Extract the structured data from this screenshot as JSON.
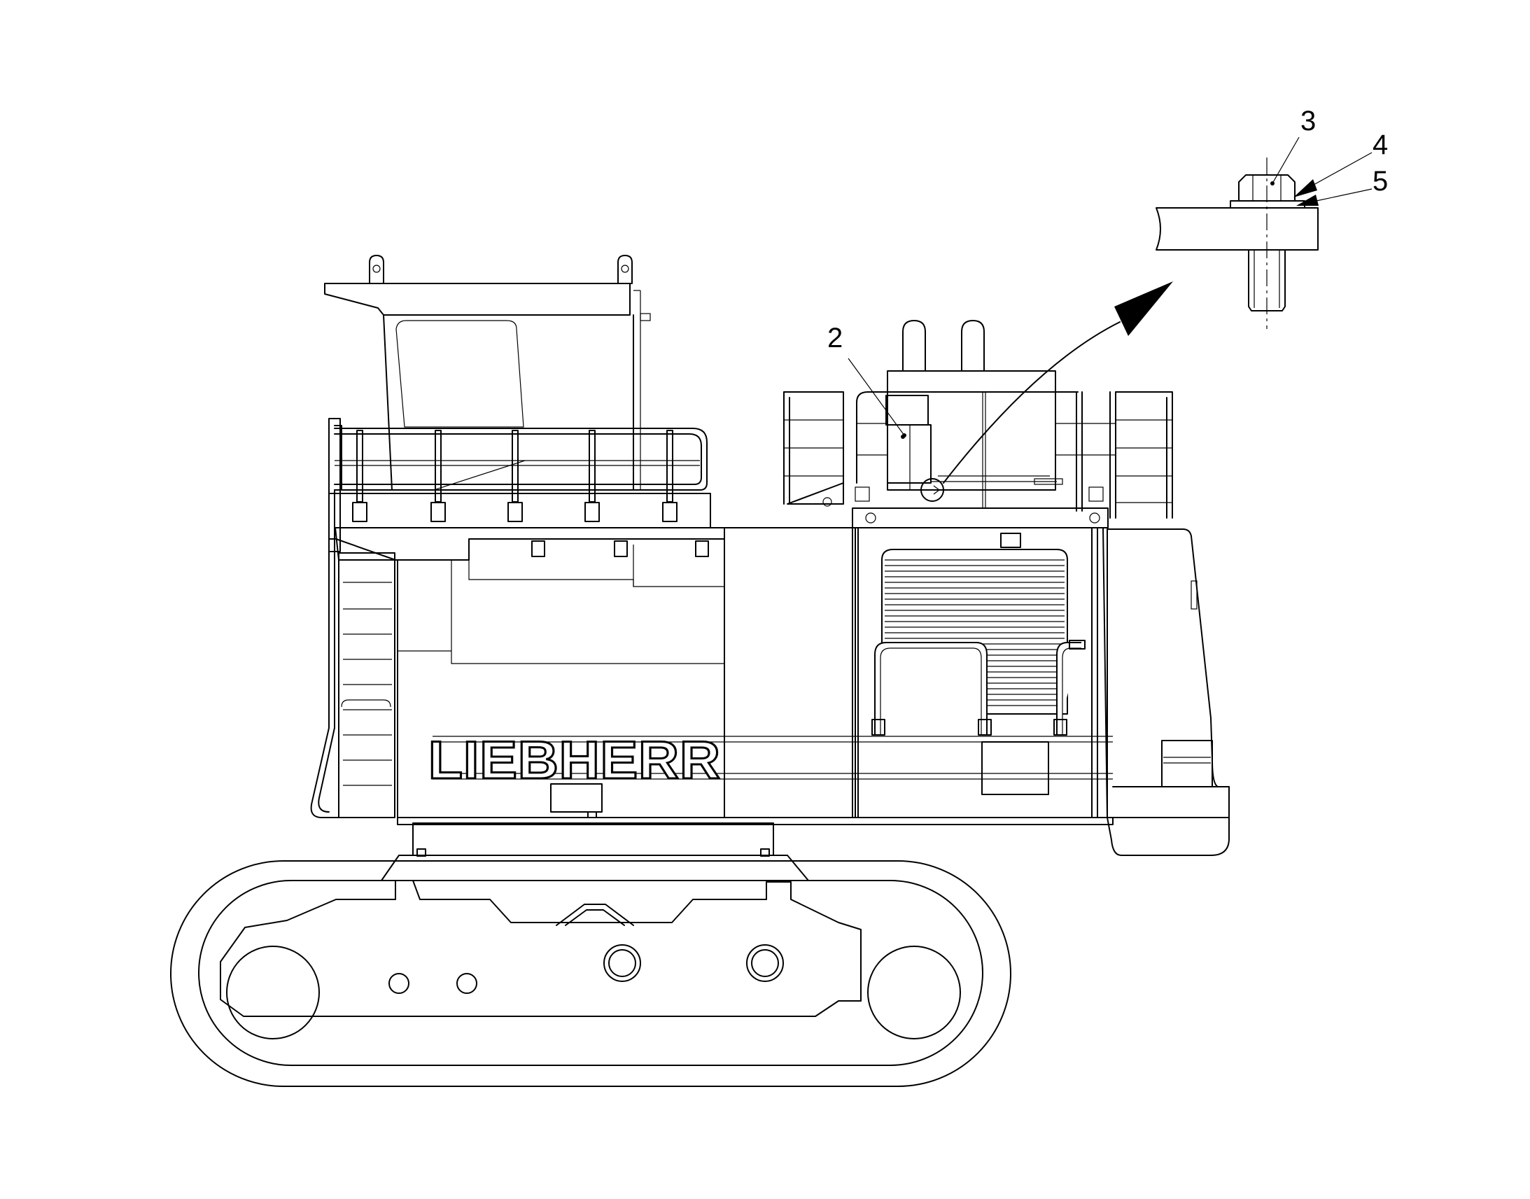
{
  "callouts": {
    "c2": "2",
    "c3": "3",
    "c4": "4",
    "c5": "5"
  },
  "brand_text": "LIEBHERR",
  "colors": {
    "line": "#000000",
    "background": "#ffffff"
  }
}
